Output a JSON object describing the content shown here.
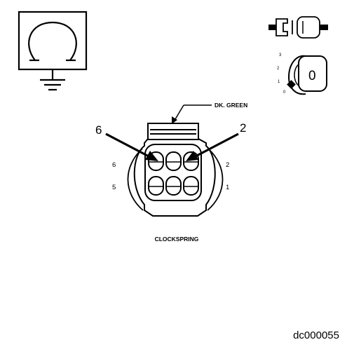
{
  "symbols": {
    "ohmmeter": "ohmmeter-ground-icon",
    "connector": "disconnect-connector-icon",
    "ignition": "ignition-key-off-icon"
  },
  "ignition": {
    "positions": [
      "3",
      "2",
      "1",
      "0"
    ],
    "key_value": "0"
  },
  "connector": {
    "wire_color": "DK. GREEN",
    "probe_left": "6",
    "probe_right": "2",
    "cavity_labels": {
      "top_left": "6",
      "bottom_left": "5",
      "top_right": "2",
      "bottom_right": "1"
    },
    "caption": "CLOCKSPRING"
  },
  "figure_code": "dc000055"
}
